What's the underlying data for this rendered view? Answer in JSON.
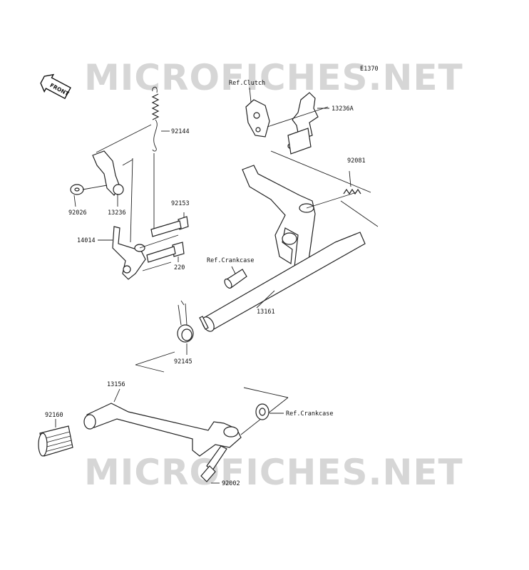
{
  "watermark": {
    "top": "MICROFICHES.NET",
    "bottom": "MICROFICHES.NET"
  },
  "figure_code": "E1370",
  "front_badge": "FRONT",
  "refs": {
    "clutch": "Ref.Clutch",
    "crankcase_1": "Ref.Crankcase",
    "crankcase_2": "Ref.Crankcase"
  },
  "parts": {
    "p13236A": "13236A",
    "p92081": "92081",
    "p92144": "92144",
    "p92153": "92153",
    "p92026": "92026",
    "p13236": "13236",
    "p14014": "14014",
    "p220": "220",
    "p13161": "13161",
    "p92145": "92145",
    "p13156": "13156",
    "p92160": "92160",
    "p92002": "92002"
  }
}
